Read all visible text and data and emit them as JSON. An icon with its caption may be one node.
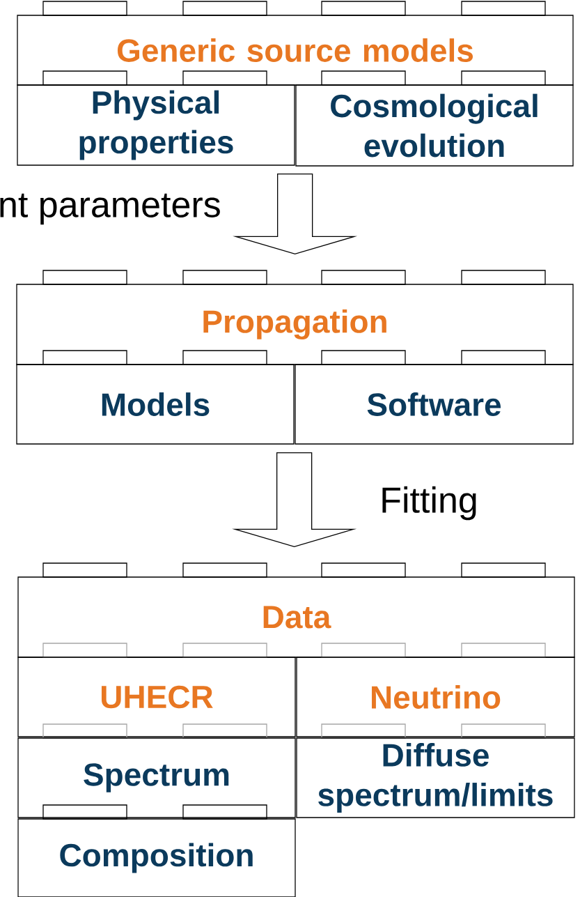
{
  "diagram": {
    "nodes": [
      {
        "text": [
          "Generic source models"
        ]
      },
      {
        "text": [
          "Physical properties"
        ]
      },
      {
        "text": [
          "Cosmological evolution"
        ]
      },
      {
        "text": [
          "Propagation"
        ]
      },
      {
        "text": [
          "Models"
        ]
      },
      {
        "text": [
          "Software"
        ]
      },
      {
        "text": [
          "Data"
        ]
      },
      {
        "text": [
          "UHECR"
        ]
      },
      {
        "text": [
          "Neutrino"
        ]
      },
      {
        "text": [
          "Spectrum"
        ]
      },
      {
        "text": [
          "Diffuse spectrum/limits"
        ]
      },
      {
        "text": [
          "Composition"
        ]
      }
    ],
    "edges": [
      {
        "from": 1,
        "to": 3,
        "arrow": "to",
        "label": "nt parameters"
      },
      {
        "from": 4,
        "to": 6,
        "arrow": "to",
        "label": "Fitting"
      }
    ]
  }
}
